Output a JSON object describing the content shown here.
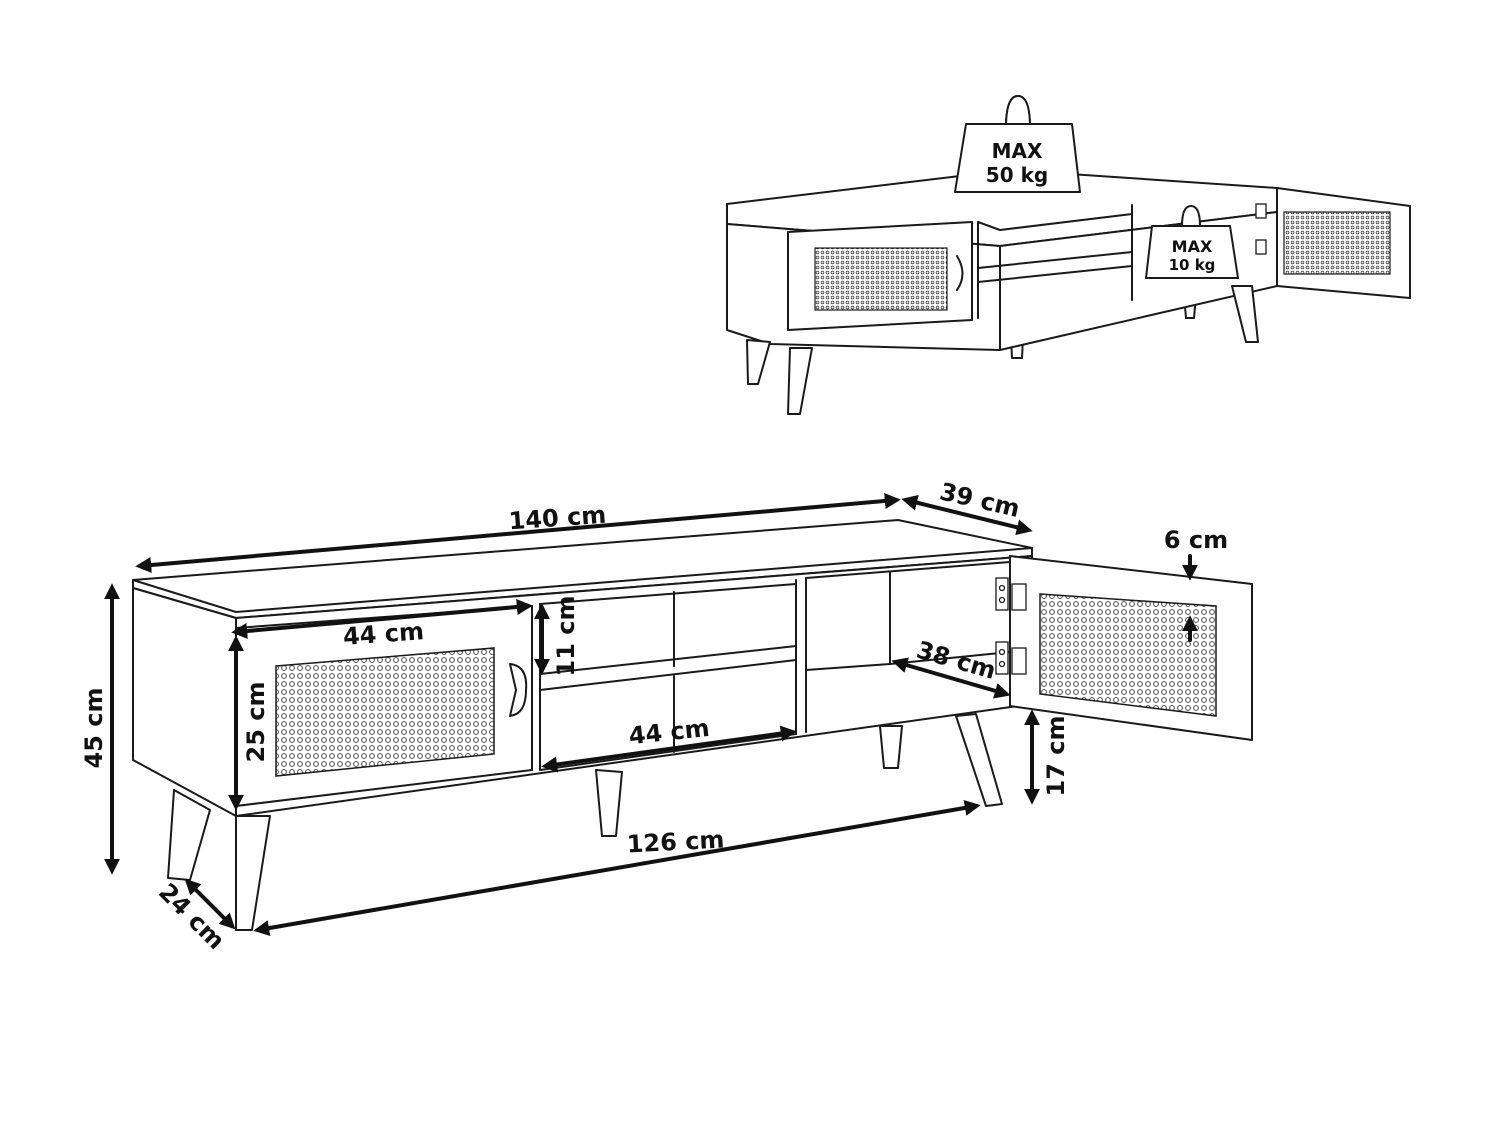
{
  "load_labels": {
    "top": {
      "max": "MAX",
      "weight": "50 kg"
    },
    "shelf": {
      "max": "MAX",
      "weight": "10 kg"
    }
  },
  "dimensions": {
    "total_width": "140 cm",
    "depth": "39 cm",
    "height": "45 cm",
    "door_width": "44 cm",
    "door_height": "25 cm",
    "shelf_gap": "11 cm",
    "shelf_width": "44 cm",
    "cabinet_depth": "38 cm",
    "door_thickness": "6 cm",
    "leg_height": "17 cm",
    "leg_span": "126 cm",
    "leg_offset": "24 cm"
  },
  "colors": {
    "line": "#1a1a1a",
    "background": "#ffffff"
  }
}
